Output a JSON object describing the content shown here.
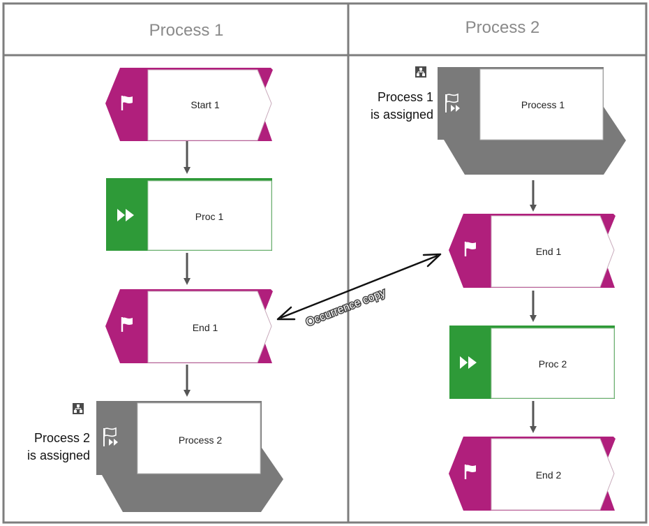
{
  "lanes": [
    {
      "title": "Process 1"
    },
    {
      "title": "Process 2"
    }
  ],
  "lane1": {
    "start_event": "Start 1",
    "function": "Proc 1",
    "end_event": "End 1",
    "interface": "Process 2",
    "interface_note_line1": "Process 2",
    "interface_note_line2": "is assigned"
  },
  "lane2": {
    "interface": "Process 1",
    "interface_note_line1": "Process 1",
    "interface_note_line2": "is assigned",
    "end_event_1": "End 1",
    "function": "Proc 2",
    "end_event_2": "End 2"
  },
  "connector_label": "Occurrence copy",
  "colors": {
    "event": "#b01f7c",
    "function": "#2e9a38",
    "interface": "#7a7a7a",
    "lane_border": "#7d7d7d",
    "arrow": "#555555"
  },
  "icons": [
    "flag-icon",
    "fast-forward-icon",
    "hierarchy-icon",
    "process-interface-icon"
  ]
}
